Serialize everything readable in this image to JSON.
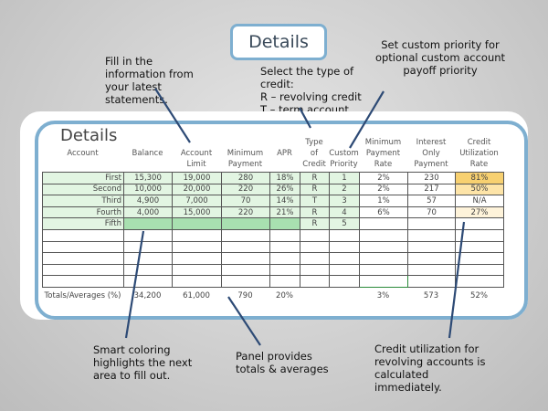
{
  "title": "Details",
  "panel_title": "Details",
  "notes": {
    "fill": "Fill in the information from your latest statements.",
    "type": [
      "Select the type of credit:",
      "R – revolving credit",
      "T – term account"
    ],
    "priority": "Set custom priority for optional custom account payoff priority",
    "smart": "Smart coloring highlights the next area to fill out.",
    "panel": "Panel provides totals & averages",
    "util": "Credit utilization for revolving accounts is calculated immediately."
  },
  "columns": [
    [
      "",
      "Account"
    ],
    [
      "",
      "Balance"
    ],
    [
      "Account",
      "Limit"
    ],
    [
      "Minimum",
      "Payment"
    ],
    [
      "",
      "APR"
    ],
    [
      "Type",
      "of",
      "Credit"
    ],
    [
      "Custom",
      "Priority"
    ],
    [
      "Minimum",
      "Payment",
      "Rate"
    ],
    [
      "Interest",
      "Only",
      "Payment"
    ],
    [
      "Credit",
      "Utilization",
      "Rate"
    ]
  ],
  "rows": [
    [
      "First",
      "15,300",
      "19,000",
      "280",
      "18%",
      "R",
      "1",
      "2%",
      "230",
      "81%"
    ],
    [
      "Second",
      "10,000",
      "20,000",
      "220",
      "26%",
      "R",
      "2",
      "2%",
      "217",
      "50%"
    ],
    [
      "Third",
      "4,900",
      "7,000",
      "70",
      "14%",
      "T",
      "3",
      "1%",
      "57",
      "N/A"
    ],
    [
      "Fourth",
      "4,000",
      "15,000",
      "220",
      "21%",
      "R",
      "4",
      "6%",
      "70",
      "27%"
    ],
    [
      "Fifth",
      "",
      "",
      "",
      "",
      "R",
      "5",
      "",
      "",
      ""
    ]
  ],
  "totals": {
    "label": "Totals/Averages (%)",
    "balance": "34,200",
    "limit": "61,000",
    "payment": "790",
    "apr": "20%",
    "rate": "3%",
    "interest": "573",
    "util": "52%"
  },
  "colors": {
    "accent": "#7eafd0",
    "util_high": "#f7d070",
    "util_mid": "#fde4a8",
    "util_low": "#fef3da",
    "green": "#e2f5e2"
  }
}
